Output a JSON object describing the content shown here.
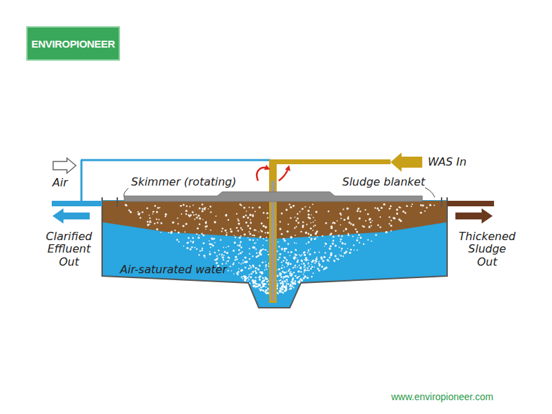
{
  "diagram": {
    "nodes": [
      {
        "text": [
          "ENVIROPIONEER"
        ]
      }
    ],
    "labels": [
      "Air",
      "Skimmer (rotating)",
      "WAS In",
      "Sludge blanket",
      "Clarified Effluent Out",
      "Thickened Sludge Out",
      "Air-saturated water",
      "www.enviropioneer.com"
    ]
  }
}
